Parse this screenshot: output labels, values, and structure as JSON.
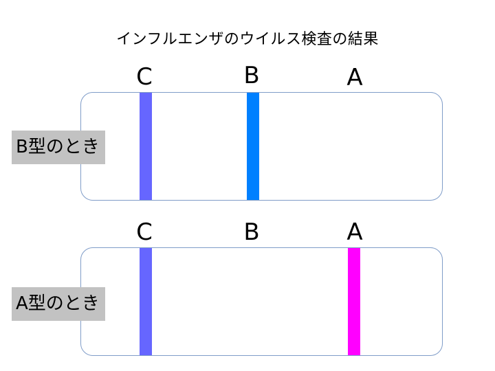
{
  "title": "インフルエンザのウイルス検査の結果",
  "line_labels": {
    "c": "C",
    "b": "B",
    "a": "A"
  },
  "colors": {
    "control_band": "#6666ff",
    "b_band": "#0080ff",
    "a_band": "#ff00ff",
    "label_bg": "#c2c2c2",
    "strip_border": "#7f9cc8"
  },
  "cases": [
    {
      "label": "B型のとき",
      "lines_shown": [
        "C",
        "B"
      ]
    },
    {
      "label": "A型のとき",
      "lines_shown": [
        "C",
        "A"
      ]
    }
  ]
}
